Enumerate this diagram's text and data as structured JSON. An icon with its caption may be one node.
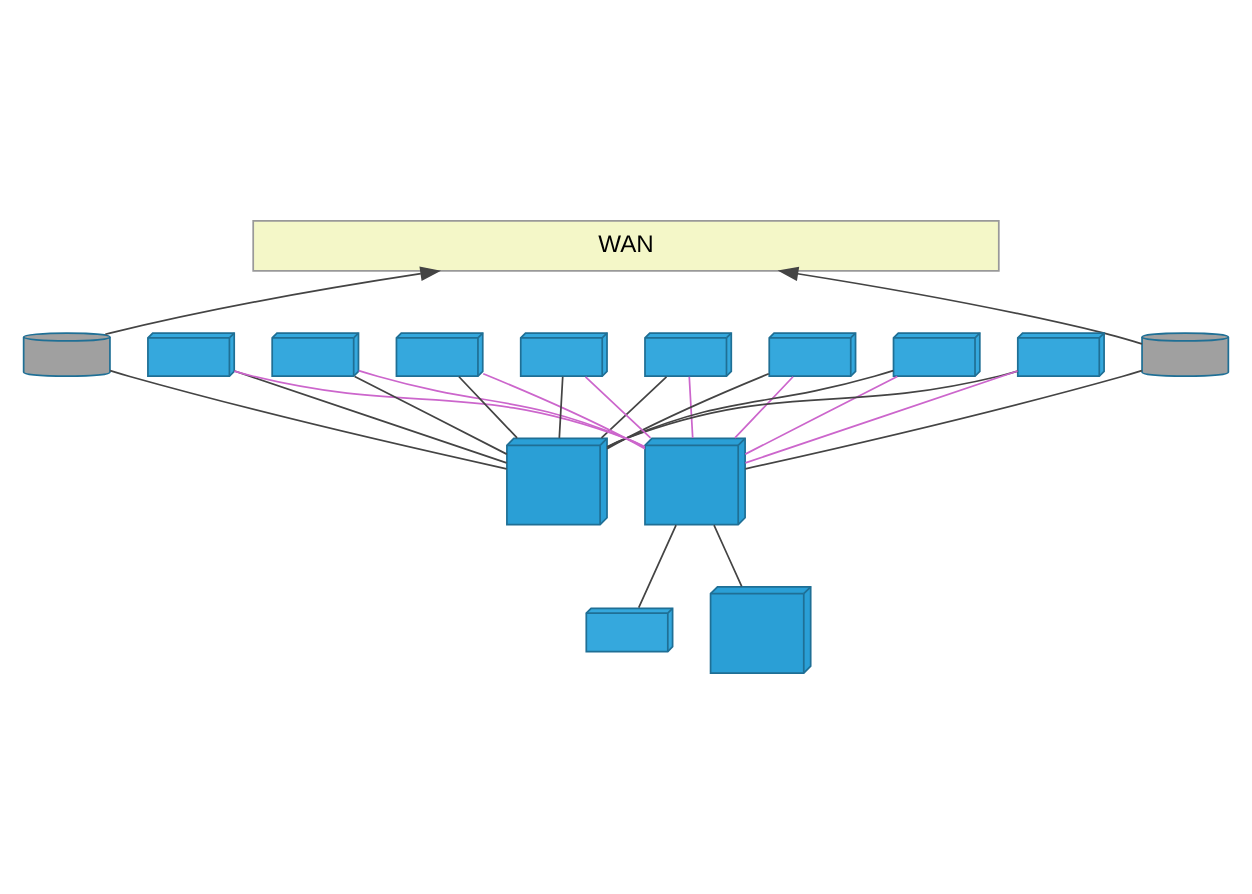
{
  "diagram": {
    "nodes": [
      {
        "text": [
          "WAN"
        ]
      },
      {
        "text": [],
        "shape": "cylinder"
      },
      {
        "text": [],
        "shape": "cylinder"
      },
      {
        "text": [],
        "shape": "box"
      },
      {
        "text": [],
        "shape": "box"
      },
      {
        "text": [],
        "shape": "box"
      },
      {
        "text": [],
        "shape": "box"
      },
      {
        "text": [],
        "shape": "box"
      },
      {
        "text": [],
        "shape": "box"
      },
      {
        "text": [],
        "shape": "box"
      },
      {
        "text": [],
        "shape": "box"
      },
      {
        "text": [],
        "shape": "box"
      },
      {
        "text": [],
        "shape": "box"
      },
      {
        "text": [],
        "shape": "box"
      },
      {
        "text": [],
        "shape": "box"
      }
    ],
    "edges": [
      {
        "from": 1,
        "to": 0,
        "arrow": "to"
      },
      {
        "from": 2,
        "to": 0,
        "arrow": "to"
      },
      {
        "from": 1,
        "to": 3,
        "arrow": "none"
      },
      {
        "from": 2,
        "to": 7,
        "arrow": "none"
      },
      {
        "from": 7,
        "to": 8,
        "arrow": "none"
      },
      {
        "from": 7,
        "to": 11,
        "arrow": "none"
      },
      {
        "from": 4,
        "to": 3,
        "arrow": "none"
      },
      {
        "from": 4,
        "to": 7,
        "arrow": "none",
        "color": "#cc66cc"
      },
      {
        "from": 5,
        "to": 3,
        "arrow": "none"
      },
      {
        "from": 5,
        "to": 7,
        "arrow": "none",
        "color": "#cc66cc"
      },
      {
        "from": 6,
        "to": 3,
        "arrow": "none"
      },
      {
        "from": 6,
        "to": 7,
        "arrow": "none",
        "color": "#cc66cc"
      },
      {
        "from": 9,
        "to": 3,
        "arrow": "none"
      },
      {
        "from": 9,
        "to": 7,
        "arrow": "none",
        "color": "#cc66cc"
      },
      {
        "from": 10,
        "to": 3,
        "arrow": "none"
      },
      {
        "from": 10,
        "to": 7,
        "arrow": "none",
        "color": "#cc66cc"
      },
      {
        "from": 12,
        "to": 3,
        "arrow": "none"
      },
      {
        "from": 12,
        "to": 7,
        "arrow": "none",
        "color": "#cc66cc"
      },
      {
        "from": 13,
        "to": 3,
        "arrow": "none"
      },
      {
        "from": 13,
        "to": 7,
        "arrow": "none",
        "color": "#cc66cc"
      },
      {
        "from": 14,
        "to": 3,
        "arrow": "none"
      },
      {
        "from": 14,
        "to": 7,
        "arrow": "none",
        "color": "#cc66cc"
      }
    ]
  }
}
